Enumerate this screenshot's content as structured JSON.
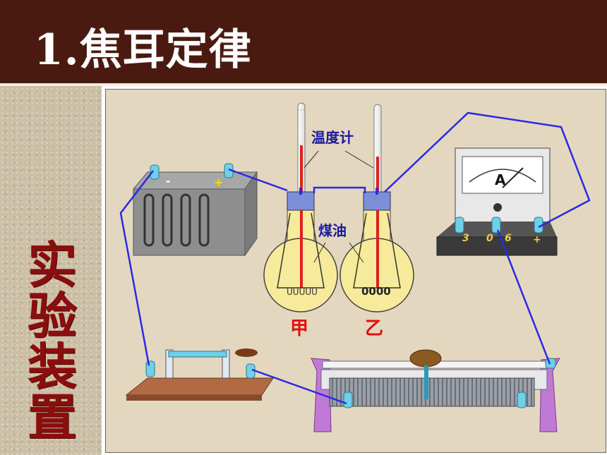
{
  "header": {
    "title": "1.焦耳定律"
  },
  "side": {
    "label": "实验装置"
  },
  "diagram": {
    "labels": {
      "thermometer": "温度计",
      "kerosene": "煤油",
      "flask_a": "甲",
      "flask_b": "乙",
      "ammeter": "A",
      "battery_minus": "-",
      "battery_plus": "+"
    },
    "ammeter_terminals": [
      "3",
      "0",
      "6",
      "+"
    ],
    "colors": {
      "wire": "#2a2ae6",
      "flask": "#f7ea9a",
      "header_bg": "#4a1a10",
      "side_text": "#8b0e0e",
      "flask_label": "#e01010"
    }
  }
}
